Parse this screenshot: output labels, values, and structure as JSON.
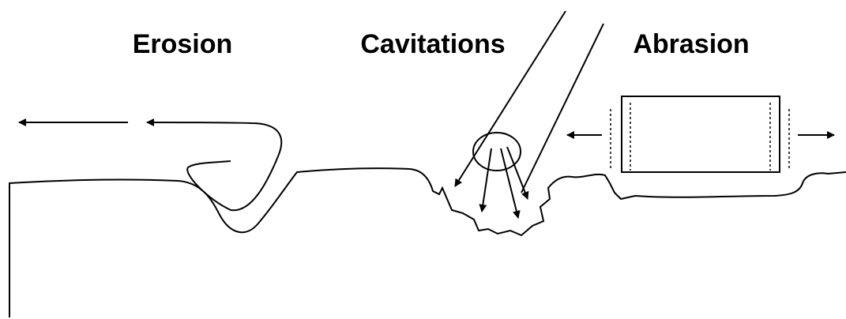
{
  "labels": {
    "erosion": "Erosion",
    "cavitations": "Cavitations",
    "abrasion": "Abrasion"
  },
  "colors": {
    "ink": "#000000",
    "background": "#ffffff"
  }
}
